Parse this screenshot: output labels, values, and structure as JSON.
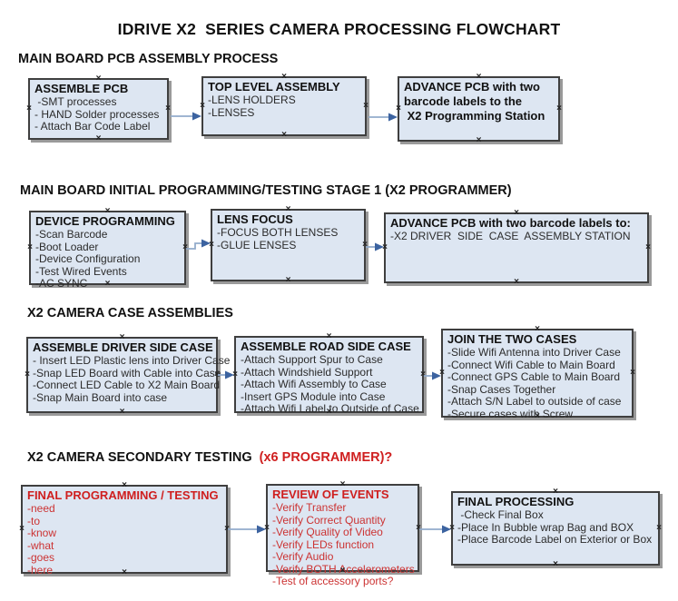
{
  "title": "IDRIVE X2  SERIES CAMERA PROCESSING FLOWCHART",
  "colors": {
    "box_fill": "#dde6f2",
    "box_border": "#3f3f3f",
    "box_shadow": "#9a9a9a",
    "arrow_line": "#93accb",
    "arrow_head": "#3c63a0",
    "red_header": "#cf1f1f",
    "red_item": "#cc3333",
    "text": "#111111"
  },
  "icons": {
    "connection_handle": "×"
  },
  "sections": [
    {
      "header": "MAIN BOARD PCB ASSEMBLY PROCESS",
      "boxes": [
        {
          "title": "ASSEMBLE PCB",
          "items": [
            " -SMT processes",
            "- HAND Solder processes",
            "- Attach Bar Code Label"
          ]
        },
        {
          "title": "TOP LEVEL ASSEMBLY",
          "items": [
            "-LENS HOLDERS",
            "-LENSES"
          ]
        },
        {
          "title": "ADVANCE PCB with two\nbarcode labels to the\n X2 Programming Station",
          "items": []
        }
      ]
    },
    {
      "header": "MAIN BOARD INITIAL PROGRAMMING/TESTING STAGE 1 (X2 PROGRAMMER)",
      "boxes": [
        {
          "title": "DEVICE PROGRAMMING",
          "items": [
            "-Scan Barcode",
            "-Boot Loader",
            "-Device Configuration",
            "-Test Wired Events",
            "-AC SYNC"
          ]
        },
        {
          "title": "LENS FOCUS",
          "items": [
            "-FOCUS BOTH LENSES",
            "-GLUE LENSES"
          ]
        },
        {
          "title": "ADVANCE PCB with two barcode labels to:",
          "items": [
            "-X2 DRIVER  SIDE  CASE  ASSEMBLY STATION"
          ]
        }
      ]
    },
    {
      "header": "X2 CAMERA CASE ASSEMBLIES",
      "boxes": [
        {
          "title": "ASSEMBLE DRIVER SIDE CASE",
          "items": [
            "- Insert LED Plastic lens into Driver Case",
            "-Snap LED Board with Cable into Case",
            "-Connect LED Cable to X2 Main Board",
            "-Snap Main Board into case"
          ]
        },
        {
          "title": "ASSEMBLE ROAD SIDE CASE",
          "items": [
            "-Attach Support Spur to Case",
            "-Attach Windshield Support",
            "-Attach Wifi Assembly to Case",
            "-Insert GPS Module into Case",
            "-Attach Wifi Label to Outside of Case"
          ]
        },
        {
          "title": "JOIN THE TWO CASES",
          "items": [
            "-Slide Wifi Antenna into Driver Case",
            "-Connect Wifi Cable to Main Board",
            "-Connect GPS Cable to Main Board",
            "-Snap Cases Together",
            "-Attach S/N Label to outside of case",
            "-Secure cases with Screw"
          ]
        }
      ]
    },
    {
      "header": "X2 CAMERA SECONDARY TESTING ",
      "header_suffix": " (x6 PROGRAMMER)?",
      "boxes": [
        {
          "title": "FINAL PROGRAMMING / TESTING",
          "items": [
            "-need",
            "-to",
            "-know",
            "-what",
            "-goes",
            "-here"
          ]
        },
        {
          "title": "REVIEW OF EVENTS",
          "items": [
            "-Verify Transfer",
            "-Verify Correct Quantity",
            "-Verify Quality of Video",
            "-Verify LEDs function",
            "-Verify Audio",
            "-Verify BOTH Accelerometers",
            "-Test of accessory ports?"
          ]
        },
        {
          "title": "FINAL PROCESSING",
          "items": [
            " -Check Final Box",
            "-Place In Bubble wrap Bag and BOX",
            "-Place Barcode Label on Exterior or Box"
          ]
        }
      ]
    }
  ]
}
